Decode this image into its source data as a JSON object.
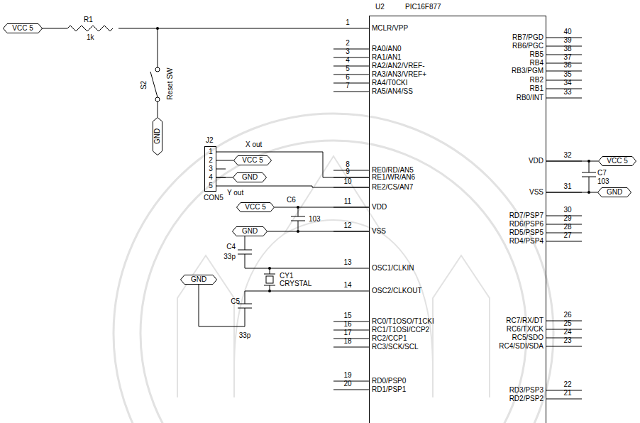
{
  "diagram": {
    "nodes": [
      {
        "text": [
          "U2",
          "PIC16F877"
        ]
      },
      {
        "text": [
          "J2",
          "CON5"
        ]
      },
      {
        "text": [
          "VCC 5"
        ]
      },
      {
        "text": [
          "GND"
        ]
      },
      {
        "text": [
          "VCC 5"
        ]
      },
      {
        "text": [
          "GND"
        ]
      },
      {
        "text": [
          "VCC 5"
        ]
      },
      {
        "text": [
          "GND"
        ]
      },
      {
        "text": [
          "GND"
        ]
      },
      {
        "text": [
          "VCC 5"
        ]
      },
      {
        "text": [
          "GND"
        ]
      }
    ],
    "edges": [
      {
        "from": 4,
        "to": 1,
        "arrow": "none"
      },
      {
        "from": 5,
        "to": 1,
        "arrow": "none"
      },
      {
        "from": 1,
        "to": 0,
        "arrow": "none"
      },
      {
        "from": 1,
        "to": 0,
        "arrow": "none"
      },
      {
        "from": 6,
        "to": 0,
        "arrow": "none"
      },
      {
        "from": 7,
        "to": 0,
        "arrow": "none"
      },
      {
        "from": 9,
        "to": 0,
        "arrow": "none"
      },
      {
        "from": 10,
        "to": 0,
        "arrow": "none"
      }
    ],
    "labels": [
      "1",
      "2",
      "3",
      "4",
      "5",
      "6",
      "7",
      "8",
      "9",
      "10",
      "11",
      "12",
      "13",
      "14",
      "15",
      "16",
      "17",
      "18",
      "19",
      "20",
      "40",
      "39",
      "38",
      "37",
      "36",
      "35",
      "34",
      "33",
      "32",
      "31",
      "30",
      "29",
      "28",
      "27",
      "26",
      "25",
      "24",
      "23",
      "22",
      "21",
      "MCLR/VPP",
      "RA0/AN0",
      "RA1/AN1",
      "RA2/AN2/VREF-",
      "RA3/AN3/VREF+",
      "RA4/T0CKI",
      "RA5/AN4/SS",
      "RE0/RD/AN5",
      "RE1/WR/AN6",
      "RE2/CS/AN7",
      "VDD",
      "VSS",
      "OSC1/CLKIN",
      "OSC2/CLKOUT",
      "RC0/T1OSO/T1CKI",
      "RC1/T1OSI/CCP2",
      "RC2/CCP1",
      "RC3/SCK/SCL",
      "RD0/PSP0",
      "RD1/PSP1",
      "RB7/PGD",
      "RB6/PGC",
      "RB5",
      "RB4",
      "RB3/PGM",
      "RB2",
      "RB1",
      "RB0/INT",
      "VDD",
      "VSS",
      "RD7/PSP7",
      "RD6/PSP6",
      "RD5/PSP5",
      "RD4/PSP4",
      "RC7/RX/DT",
      "RC6/TX/CK",
      "RC5/SDO",
      "RC4/SDI/SDA",
      "RD3/PSP3",
      "RD2/PSP2",
      "R1",
      "1k",
      "S2",
      "Reset SW",
      "1",
      "2",
      "3",
      "4",
      "5",
      "X out",
      "Y out",
      "C6",
      "103",
      "C4",
      "33p",
      "C5",
      "33p",
      "CY1",
      "CRYSTAL",
      "C7",
      "103"
    ]
  }
}
